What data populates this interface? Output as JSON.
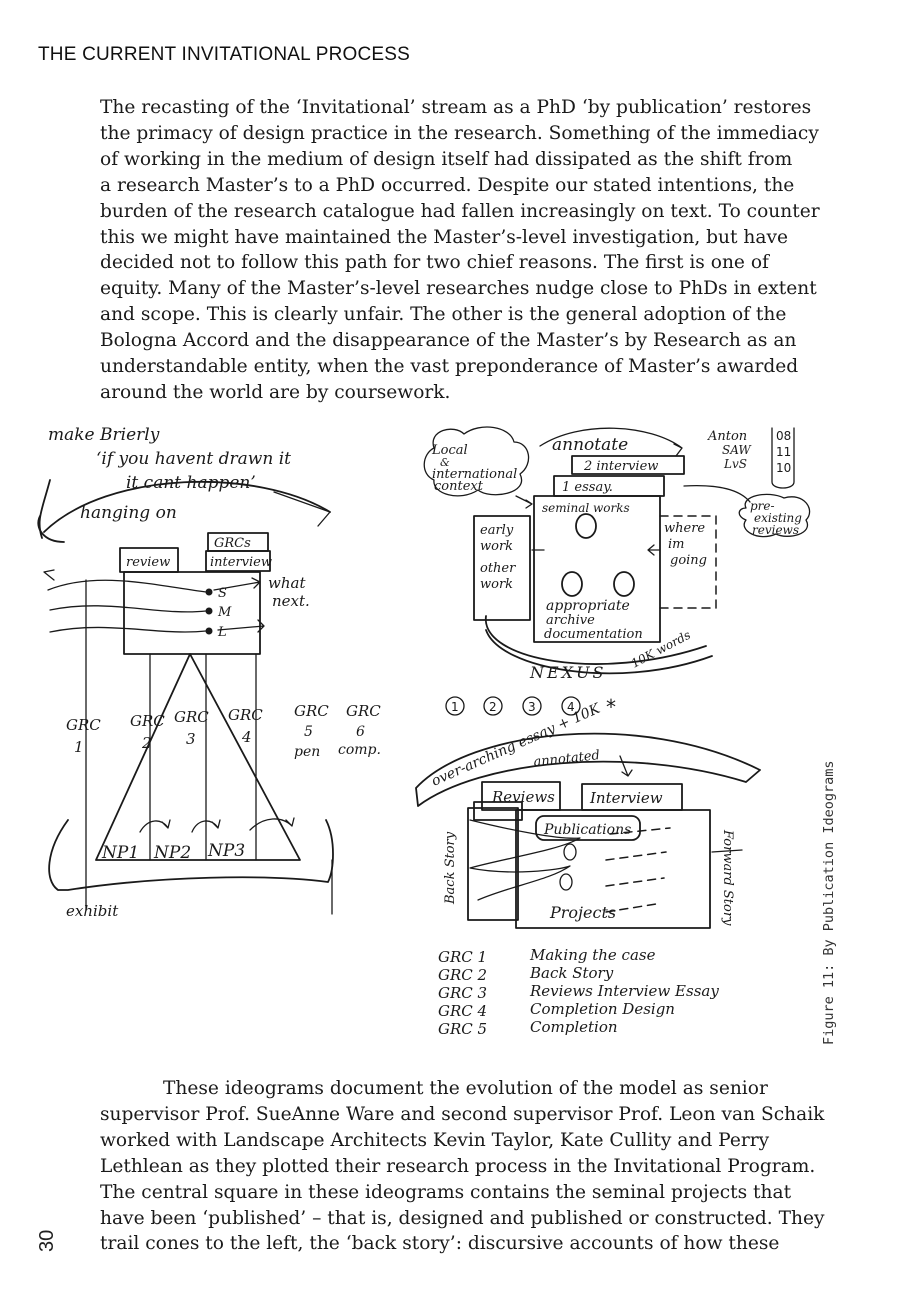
{
  "running_head": "THE CURRENT INVITATIONAL PROCESS",
  "paragraph1": [
    "The recasting of the ‘Invitational’ stream as a PhD ‘by publication’ restores",
    "the primacy of design practice in the research. Something of the immediacy",
    "of working in the medium of design itself had dissipated as the shift from",
    "a research Master’s to a PhD occurred. Despite our stated intentions, the",
    "burden of the research catalogue had fallen increasingly on text. To counter",
    "this we might have maintained the Master’s-level investigation, but have",
    "decided not to follow this path for two chief reasons. The first is one of",
    "equity. Many of the Master’s-level researches nudge close to PhDs in extent",
    "and scope. This is clearly unfair. The other is the general adoption of the",
    "Bologna Accord and the disappearance of the Master’s by Research as an",
    "understandable entity, when the vast preponderance of Master’s awarded",
    "around the world are by coursework."
  ],
  "ideogram_left": {
    "top_note": [
      "make Brierly",
      "‘if you havent drawn it",
      "it cant happen’",
      "hanging on"
    ],
    "box_labels": [
      "review",
      "GRCs",
      "interview"
    ],
    "smL": [
      "S",
      "M",
      "L"
    ],
    "what_next": [
      "what",
      "next."
    ],
    "grc_labels": [
      {
        "t": "GRC",
        "n": "1",
        "s": ""
      },
      {
        "t": "GRC",
        "n": "2",
        "s": ""
      },
      {
        "t": "GRC",
        "n": "3",
        "s": ""
      },
      {
        "t": "GRC",
        "n": "4",
        "s": ""
      },
      {
        "t": "GRC",
        "n": "5",
        "s": "pen"
      },
      {
        "t": "GRC",
        "n": "6",
        "s": "comp."
      }
    ],
    "np_labels": [
      "NP1",
      "NP2",
      "NP3"
    ],
    "exhibit": "exhibit"
  },
  "ideogram_right_top": {
    "context_cloud": [
      "Local",
      "&",
      "international",
      "context"
    ],
    "annotate": "annotate",
    "interview": "2 interview",
    "essay": "1 essay.",
    "seminal": "seminal works",
    "early_work": [
      "early",
      "work"
    ],
    "other_work": [
      "other",
      "work"
    ],
    "where_going": [
      "where",
      "im",
      "going"
    ],
    "appropriate": [
      "appropriate",
      "archive",
      "documentation"
    ],
    "pre_existing": [
      "pre-",
      "existing",
      "reviews"
    ],
    "anton": [
      "Anton",
      "SAW",
      "LvS"
    ],
    "years": [
      "08",
      "11",
      "10"
    ],
    "nexus": "NEXUS",
    "words": "10K words",
    "circled": [
      "1",
      "2",
      "3",
      "4",
      "*"
    ]
  },
  "ideogram_right_bottom": {
    "arc_text": "over-arching essay + 10K",
    "annotated": "annotated",
    "reviews": "Reviews",
    "interview": "Interview",
    "publications": "Publications",
    "back_story": "Back Story",
    "forward_story": "Forward Story",
    "projects": "Projects",
    "legend": [
      {
        "code": "GRC 1",
        "text": "Making the case"
      },
      {
        "code": "GRC 2",
        "text": "Back Story"
      },
      {
        "code": "GRC 3",
        "text": "Reviews Interview Essay"
      },
      {
        "code": "GRC 4",
        "text": "Completion Design"
      },
      {
        "code": "GRC 5",
        "text": "Completion"
      }
    ]
  },
  "figure_caption": "Figure 11: By Publication Ideograms",
  "paragraph2": [
    "These ideograms document the evolution of the model as senior",
    "supervisor Prof. SueAnne Ware and second supervisor Prof. Leon van Schaik",
    "worked with Landscape Architects Kevin Taylor, Kate Cullity and Perry",
    "Lethlean as they plotted their research process in the Invitational Program.",
    "The central square in these ideograms contains the seminal projects that",
    "have been ‘published’ – that is, designed and published or constructed. They",
    "trail cones to the left, the ‘back story’: discursive accounts of how these"
  ],
  "page_number": "30"
}
